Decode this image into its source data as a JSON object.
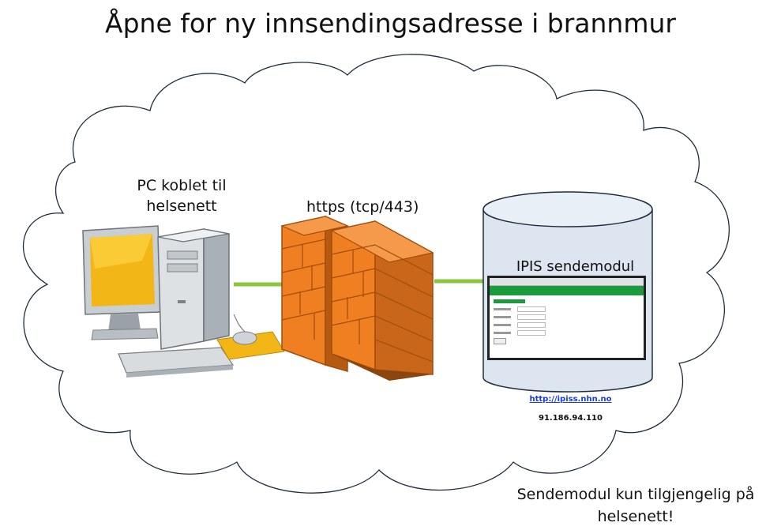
{
  "title": "Åpne for ny innsendingsadresse i brannmur",
  "pc": {
    "label_line1": "PC koblet til",
    "label_line2": "helsenett"
  },
  "protocol_label": "https (tcp/443)",
  "server": {
    "label": "IPIS sendemodul",
    "url": "http://ipiss.nhn.no",
    "ip": "91.186.94.110"
  },
  "note": {
    "line1": "Sendemodul kun tilgjengelig på",
    "line2": "helsenett!"
  },
  "colors": {
    "connection": "#8cc63f",
    "firewall": "#f07f21",
    "app_bar": "#1b9a3e",
    "link": "#1a3cd6"
  },
  "icons": [
    "cloud-shape",
    "desktop-pc-icon",
    "firewall-icon",
    "database-cylinder-icon"
  ]
}
